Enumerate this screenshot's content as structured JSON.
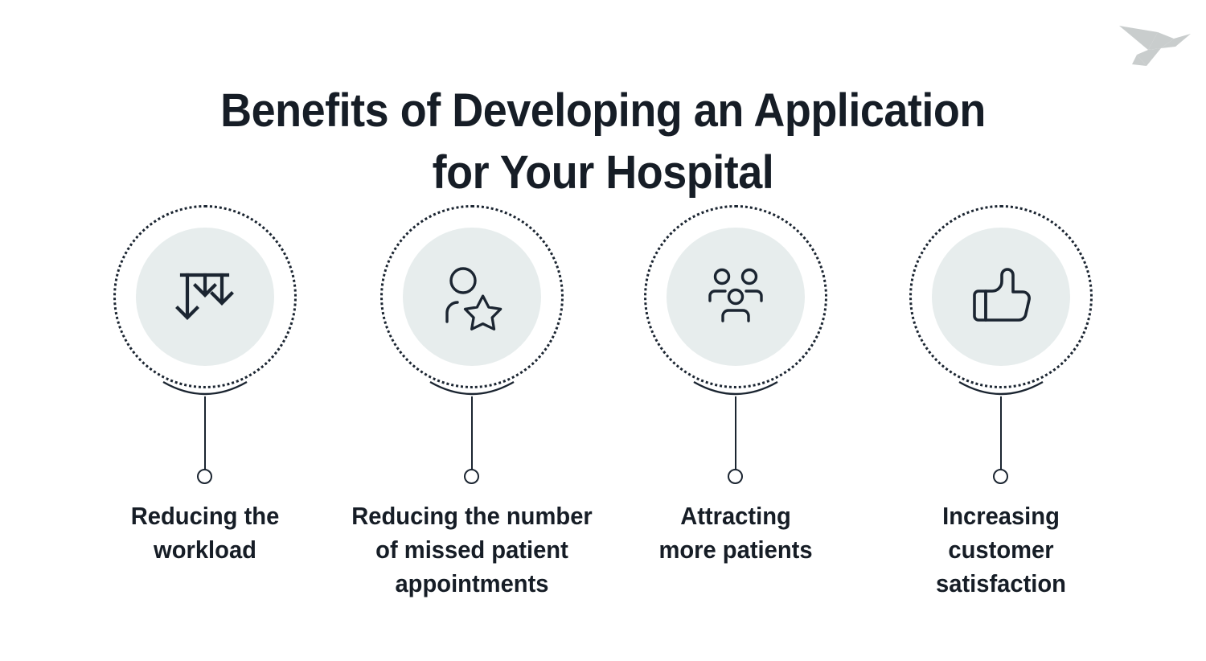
{
  "page": {
    "background_color": "#ffffff",
    "text_color": "#161d26",
    "accent_circle_fill": "#e7eded",
    "outline_color": "#1b2531",
    "logo_color": "#c9cdcd"
  },
  "header": {
    "title_line_1": "Benefits of Developing an Application",
    "title_line_2": "for Your Hospital",
    "logo_name": "origami-bird-logo"
  },
  "benefits": [
    {
      "icon": "down-arrows-icon",
      "label_line_1": "Reducing the",
      "label_line_2": "workload",
      "label_line_3": ""
    },
    {
      "icon": "person-star-icon",
      "label_line_1": "Reducing the number",
      "label_line_2": "of missed patient",
      "label_line_3": "appointments"
    },
    {
      "icon": "people-group-icon",
      "label_line_1": "Attracting",
      "label_line_2": "more patients",
      "label_line_3": ""
    },
    {
      "icon": "thumbs-up-icon",
      "label_line_1": "Increasing",
      "label_line_2": "customer",
      "label_line_3": "satisfaction"
    }
  ]
}
